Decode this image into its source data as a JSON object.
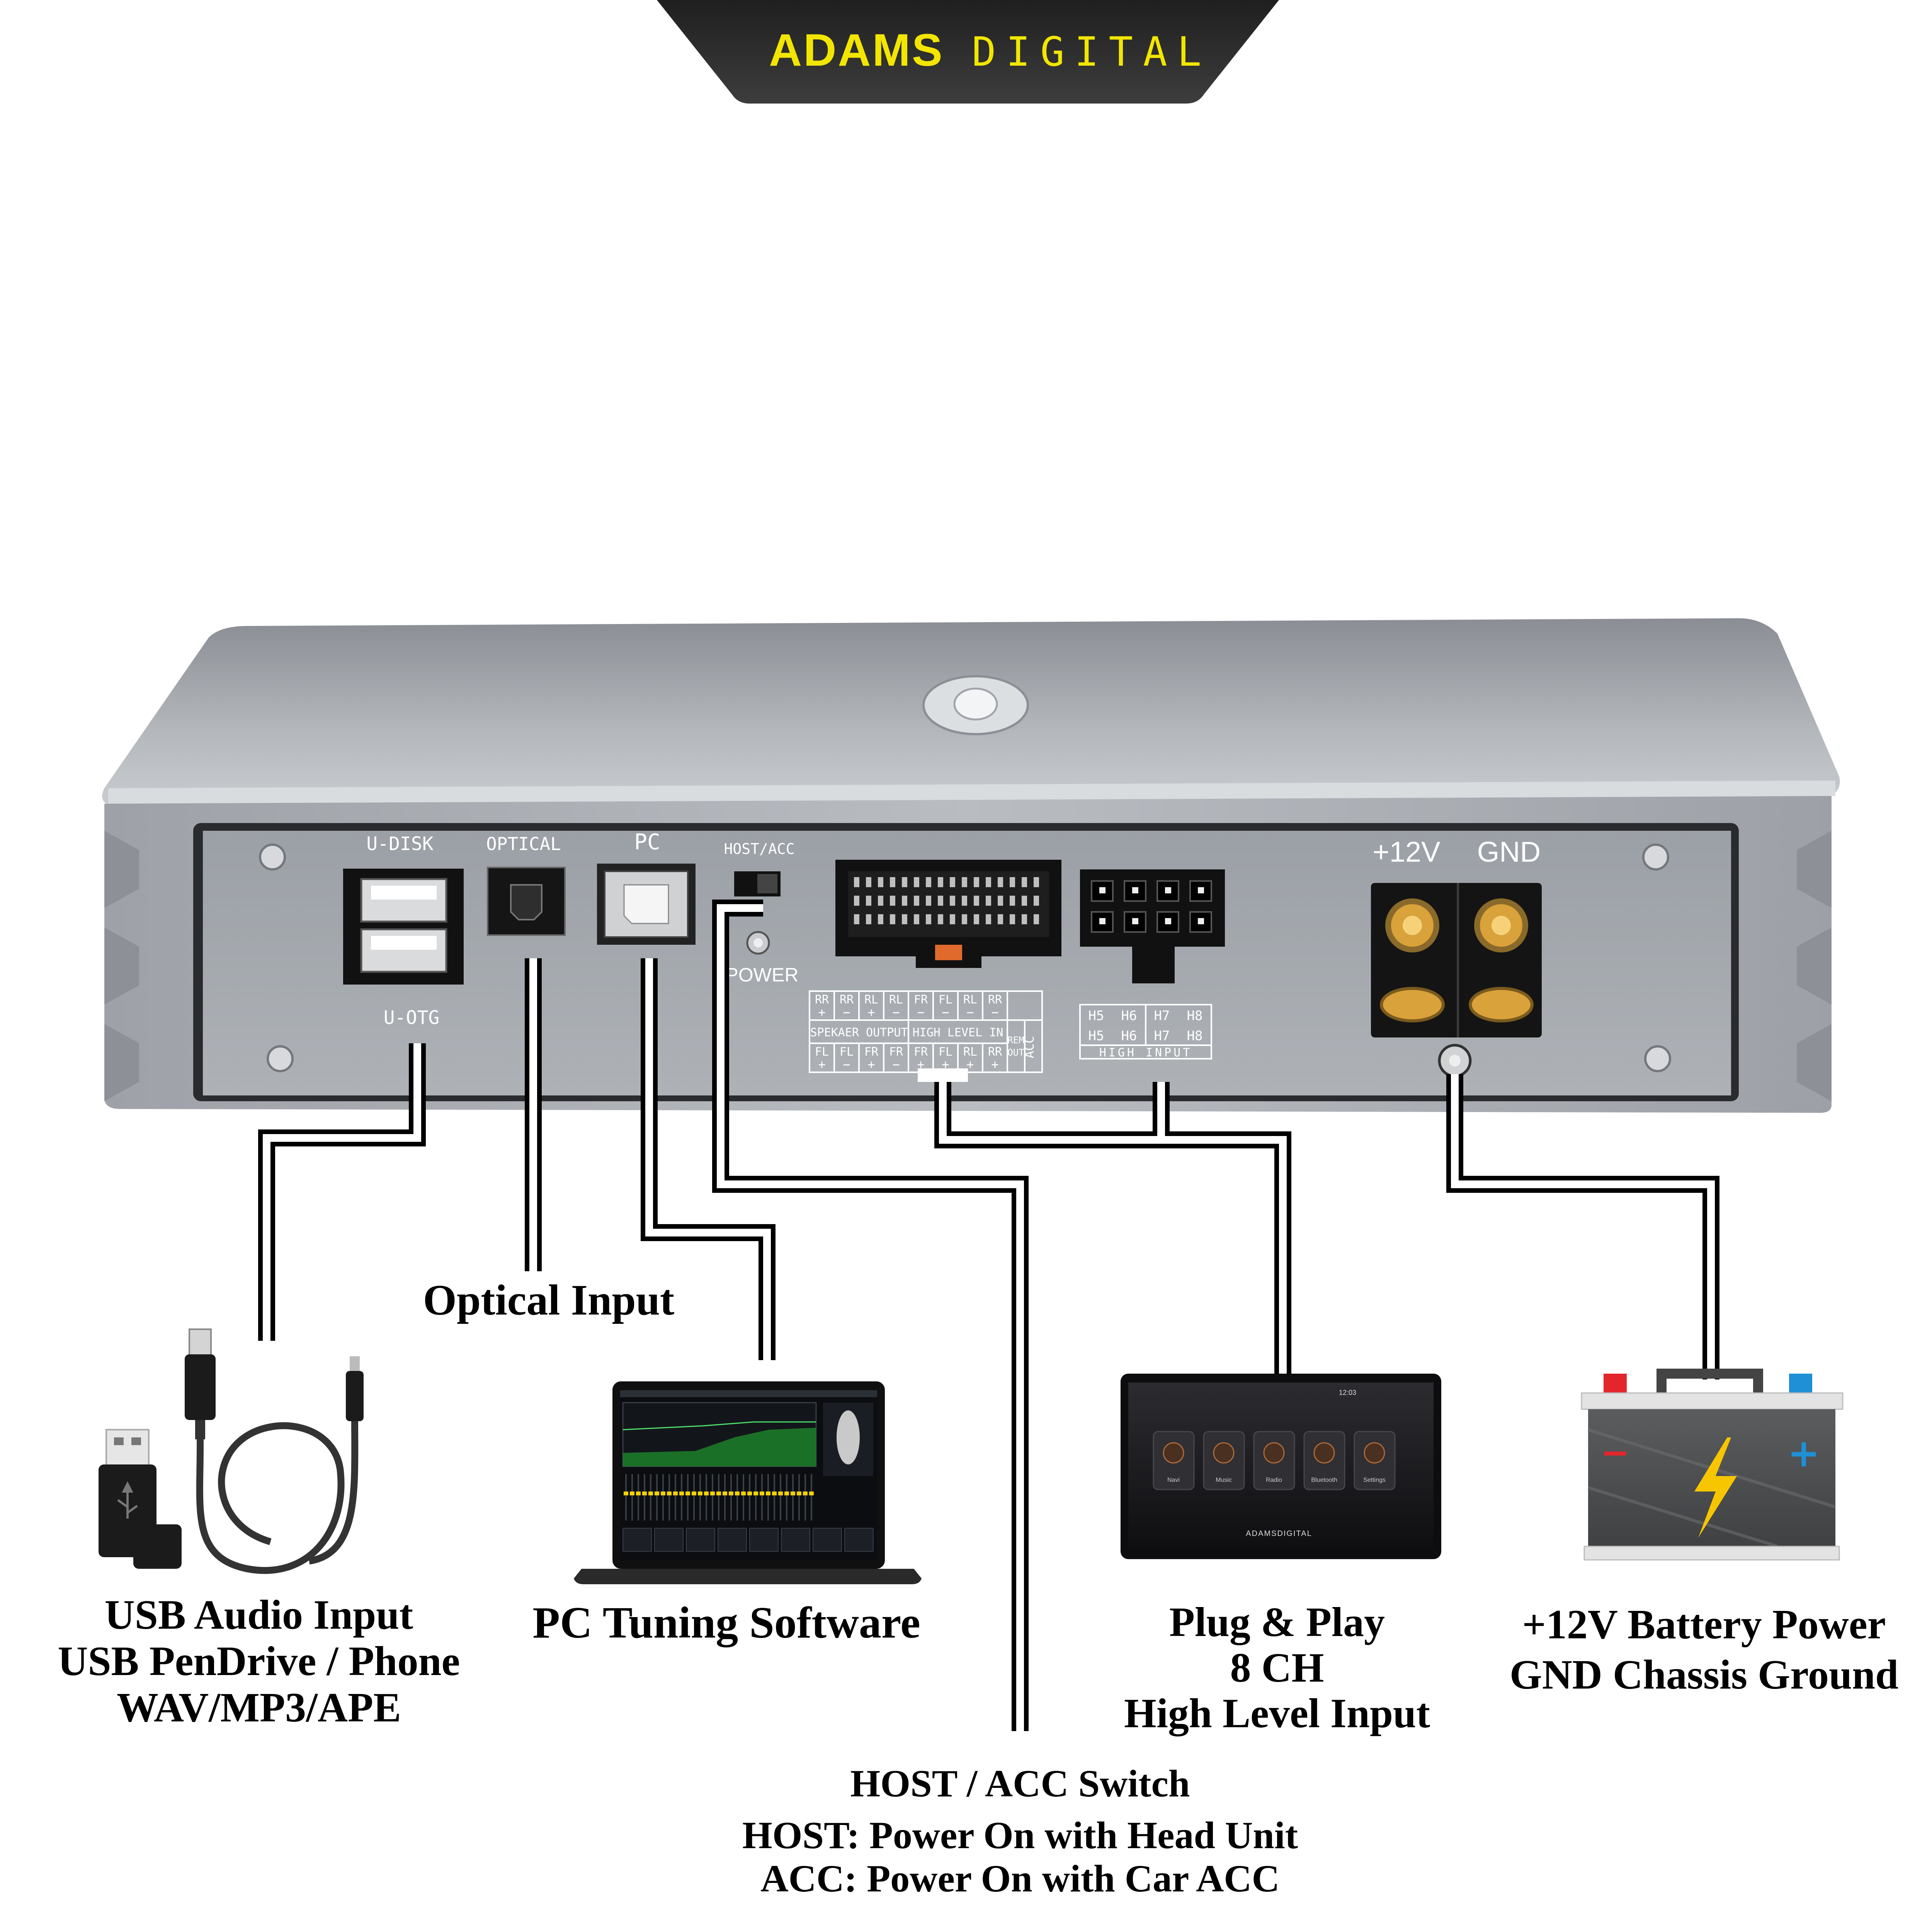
{
  "brand": {
    "name_bold": "ADAMS",
    "name_light": "DIGITAL",
    "accent": "#f2e600",
    "banner_bg": "#2d2d2d"
  },
  "device": {
    "ports": {
      "udisk": "U-DISK",
      "uotg": "U-OTG",
      "optical": "OPTICAL",
      "pc": "PC",
      "host_acc": "HOST/ACC",
      "power": "POWER",
      "plus12v": "+12V",
      "gnd": "GND"
    },
    "harness_table": {
      "row1": [
        [
          "RR",
          "+"
        ],
        [
          "RR",
          "−"
        ],
        [
          "RL",
          "+"
        ],
        [
          "RL",
          "−"
        ],
        [
          "FR",
          "−"
        ],
        [
          "FL",
          "−"
        ],
        [
          "RL",
          "−"
        ],
        [
          "RR",
          "−"
        ]
      ],
      "mid_left": "SPEKAER OUTPUT",
      "mid_right": "HIGH LEVEL IN",
      "row3": [
        [
          "FL",
          "+"
        ],
        [
          "FL",
          "−"
        ],
        [
          "FR",
          "+"
        ],
        [
          "FR",
          "−"
        ],
        [
          "FR",
          "+"
        ],
        [
          "FL",
          "+"
        ],
        [
          "RL",
          "+"
        ],
        [
          "RR",
          "+"
        ]
      ],
      "rem_out": [
        "REM",
        "OUT"
      ],
      "acc": "ACC"
    },
    "high_input_table": {
      "top": [
        "H5",
        "H6",
        "H7",
        "H8"
      ],
      "bottom": [
        "H5",
        "H6",
        "H7",
        "H8"
      ],
      "caption": "HIGH  INPUT"
    }
  },
  "head_unit": {
    "time": "12:03",
    "apps": [
      "Navi",
      "Music",
      "Radio",
      "Bluetooth",
      "Settings"
    ],
    "brand": "ADAMSDIGITAL"
  },
  "battery": {
    "minus": "−",
    "plus": "+"
  },
  "labels": {
    "usb": [
      "USB Audio Input",
      "USB PenDrive / Phone",
      "WAV/MP3/APE"
    ],
    "optical": "Optical Input",
    "pc": "PC Tuning Software",
    "plug": [
      "Plug & Play",
      "8 CH",
      "High Level Input"
    ],
    "battery": [
      "+12V Battery Power",
      "GND Chassis Ground"
    ],
    "host": [
      "HOST / ACC Switch",
      "HOST: Power On with Head Unit",
      "ACC: Power On with Car ACC"
    ]
  },
  "colors": {
    "panel": "#a9adb3",
    "panel_dark": "#6f7379",
    "terminal_gold": "#d9a23a",
    "battery_red": "#e3262b",
    "battery_blue": "#1f8fd6",
    "bolt": "#f7c600"
  }
}
